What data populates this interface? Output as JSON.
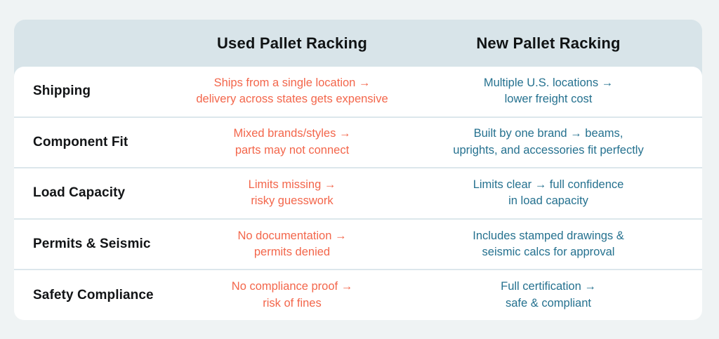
{
  "table": {
    "headers": {
      "used": "Used Pallet Racking",
      "new": "New Pallet Racking"
    },
    "rows": [
      {
        "label": "Shipping",
        "used": [
          "Ships from a single location →",
          "delivery across states gets expensive"
        ],
        "new": [
          "Multiple U.S. locations →",
          "lower freight cost"
        ]
      },
      {
        "label": "Component Fit",
        "used": [
          "Mixed brands/styles →",
          "parts may not connect"
        ],
        "new": [
          "Built by one brand → beams,",
          "uprights, and accessories fit perfectly"
        ]
      },
      {
        "label": "Load Capacity",
        "used": [
          "Limits missing →",
          "risky guesswork"
        ],
        "new": [
          "Limits clear → full confidence",
          "in load capacity"
        ]
      },
      {
        "label": "Permits & Seismic",
        "used": [
          "No documentation →",
          "permits denied"
        ],
        "new": [
          "Includes stamped drawings &",
          "seismic calcs for approval"
        ]
      },
      {
        "label": "Safety Compliance",
        "used": [
          "No compliance proof →",
          "risk of fines"
        ],
        "new": [
          "Full certification →",
          "safe & compliant"
        ]
      }
    ]
  },
  "colors": {
    "page_background": "#EFF3F4",
    "header_band": "#D8E4E9",
    "body_background": "#FFFFFF",
    "divider": "#DCE7EC",
    "heading_text": "#121416",
    "used_text": "#F3664B",
    "new_text": "#25718F"
  },
  "chart_data": {
    "type": "table",
    "title": "",
    "columns": [
      "",
      "Used Pallet Racking",
      "New Pallet Racking"
    ],
    "rows": [
      [
        "Shipping",
        "Ships from a single location → delivery across states gets expensive",
        "Multiple U.S. locations → lower freight cost"
      ],
      [
        "Component Fit",
        "Mixed brands/styles → parts may not connect",
        "Built by one brand → beams, uprights, and accessories fit perfectly"
      ],
      [
        "Load Capacity",
        "Limits missing → risky guesswork",
        "Limits clear → full confidence in load capacity"
      ],
      [
        "Permits & Seismic",
        "No documentation → permits denied",
        "Includes stamped drawings & seismic calcs for approval"
      ],
      [
        "Safety Compliance",
        "No compliance proof → risk of fines",
        "Full certification → safe & compliant"
      ]
    ],
    "layout_hints": {
      "used_column_text_color": "#F3664B",
      "new_column_text_color": "#25718F",
      "header_background": "#D8E4E9",
      "grid": "horizontal dividers only"
    }
  }
}
